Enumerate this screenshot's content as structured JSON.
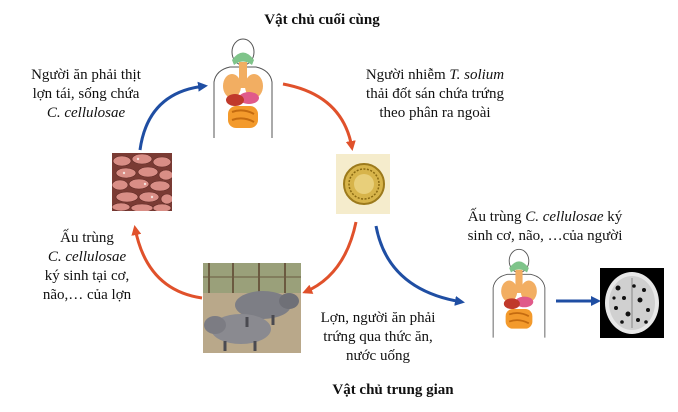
{
  "titles": {
    "definitive_host": "Vật chủ cuối cùng",
    "intermediate_host": "Vật chủ trung gian"
  },
  "steps": {
    "human_eats_pork": {
      "line1": "Người ăn phải thịt",
      "line2": "lợn tái, sống chứa",
      "line3": "C. cellulosae"
    },
    "human_sheds_eggs": {
      "line1_prefix": "Người nhiễm ",
      "line1_italic": "T. solium",
      "line2": "thải đốt sán chứa trứng",
      "line3": "theo phân ra ngoài"
    },
    "larva_in_pig": {
      "line1": "Ấu trùng",
      "line2": "C. cellulosae",
      "line3": "ký sinh tại cơ,",
      "line4": "não,… của lợn"
    },
    "larva_in_human": {
      "line1_prefix": "Ấu trùng ",
      "line1_italic": "C. cellulosae",
      "line1_suffix": " ký",
      "line2": "sinh cơ, não, …của người"
    },
    "eggs_ingested": {
      "line1": "Lợn, người ăn phải",
      "line2": "trứng qua thức ăn,",
      "line3": "nước uống"
    }
  },
  "colors": {
    "blue_arrow": "#1f4ea3",
    "red_arrow": "#e0512b"
  },
  "icons": {
    "human_body": "human-digestive-system-icon",
    "pork": "raw-pork-meat-image",
    "egg": "tapeworm-egg-image",
    "pigs": "pigs-photo",
    "brain_scan": "brain-ct-scan-image"
  }
}
